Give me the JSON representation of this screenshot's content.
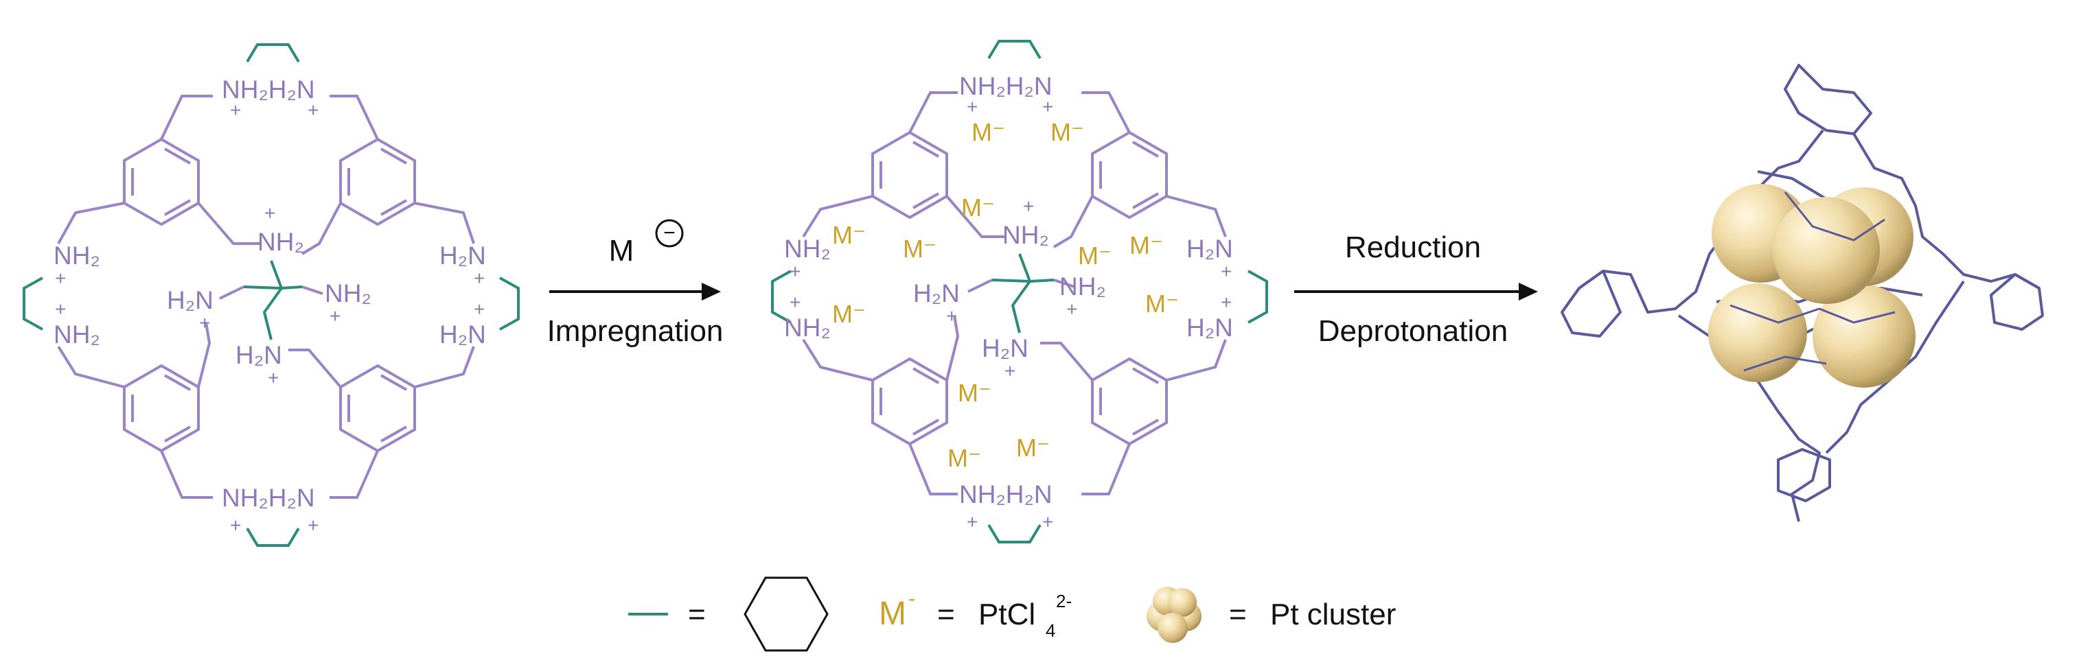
{
  "colors": {
    "ligand": "#9a84c6",
    "linker": "#2e8b7a",
    "anion": "#c9a227",
    "arrow": "#111111",
    "cluster": "#f2dfae",
    "cage": "#5a5a9a"
  },
  "cage1": {
    "top_amine": "NH₂H₂N",
    "bottom_amine": "NH₂H₂N",
    "left_top": "NH₂",
    "left_bottom": "NH₂",
    "right_top": "H₂N",
    "right_bottom": "H₂N",
    "center_top": "NH₂",
    "center_left": "H₂N",
    "center_right": "NH₂",
    "center_bottom": "H₂N",
    "plus": "+"
  },
  "arrow1": {
    "above_symbol": "M",
    "above_charge": "−",
    "below": "Impregnation"
  },
  "cage2": {
    "top_amine": "NH₂H₂N",
    "bottom_amine": "NH₂H₂N",
    "left_top": "NH₂",
    "left_bottom": "NH₂",
    "right_top": "H₂N",
    "right_bottom": "H₂N",
    "center_top": "NH₂",
    "center_left": "H₂N",
    "center_right": "NH₂",
    "center_bottom": "H₂N",
    "anion_label": "M⁻",
    "plus": "+"
  },
  "arrow2": {
    "above": "Reduction",
    "below": "Deprotonation"
  },
  "legend": {
    "eq1": "=",
    "anion_symbol": "M",
    "anion_charge": "-",
    "eq2": "=",
    "pt_species": "PtCl",
    "pt_sub": "4",
    "pt_sup": "2-",
    "eq3": "=",
    "cluster_label": "Pt cluster"
  }
}
